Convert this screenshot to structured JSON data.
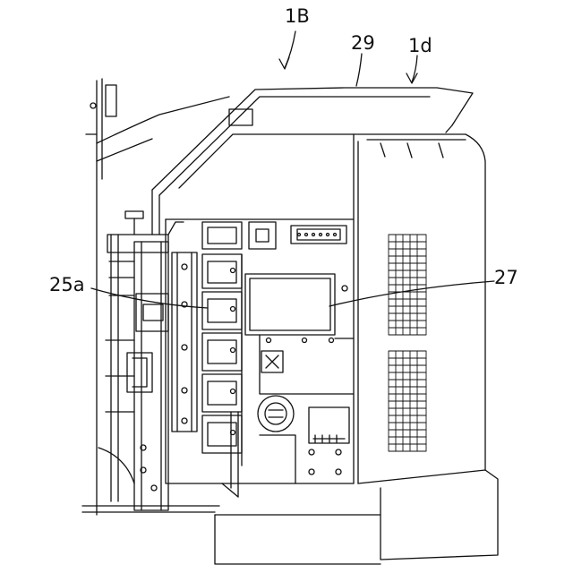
{
  "labels": {
    "assembly": "1B",
    "top_cover": "29",
    "rear_panel": "1d",
    "left_part": "25a",
    "box_unit": "27"
  }
}
